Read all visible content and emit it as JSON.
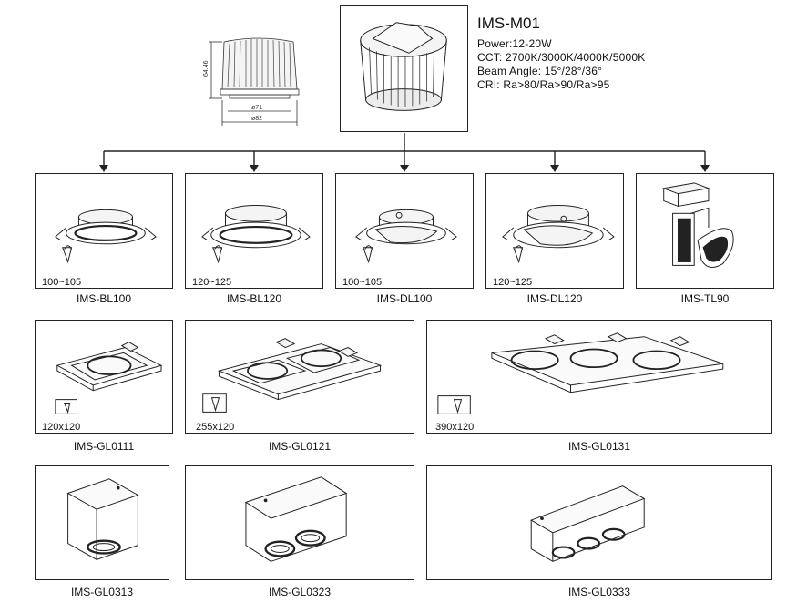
{
  "module": {
    "name": "IMS-M01",
    "specs": [
      "Power:12-20W",
      "CCT: 2700K/3000K/4000K/5000K",
      "Beam Angle: 15°/28°/36°",
      "CRI: Ra>80/Ra>90/Ra>95"
    ],
    "dims": {
      "height": "64.46",
      "inner_dia": "ø71",
      "outer_dia": "ø82"
    }
  },
  "row1": [
    {
      "name": "IMS-BL100",
      "size": "100~105"
    },
    {
      "name": "IMS-BL120",
      "size": "120~125"
    },
    {
      "name": "IMS-DL100",
      "size": "100~105"
    },
    {
      "name": "IMS-DL120",
      "size": "120~125"
    },
    {
      "name": "IMS-TL90",
      "size": ""
    }
  ],
  "row2": [
    {
      "name": "IMS-GL0111",
      "size": "120x120"
    },
    {
      "name": "IMS-GL0121",
      "size": "255x120"
    },
    {
      "name": "IMS-GL0131",
      "size": "390x120"
    }
  ],
  "row3": [
    {
      "name": "IMS-GL0313"
    },
    {
      "name": "IMS-GL0323"
    },
    {
      "name": "IMS-GL0333"
    }
  ]
}
